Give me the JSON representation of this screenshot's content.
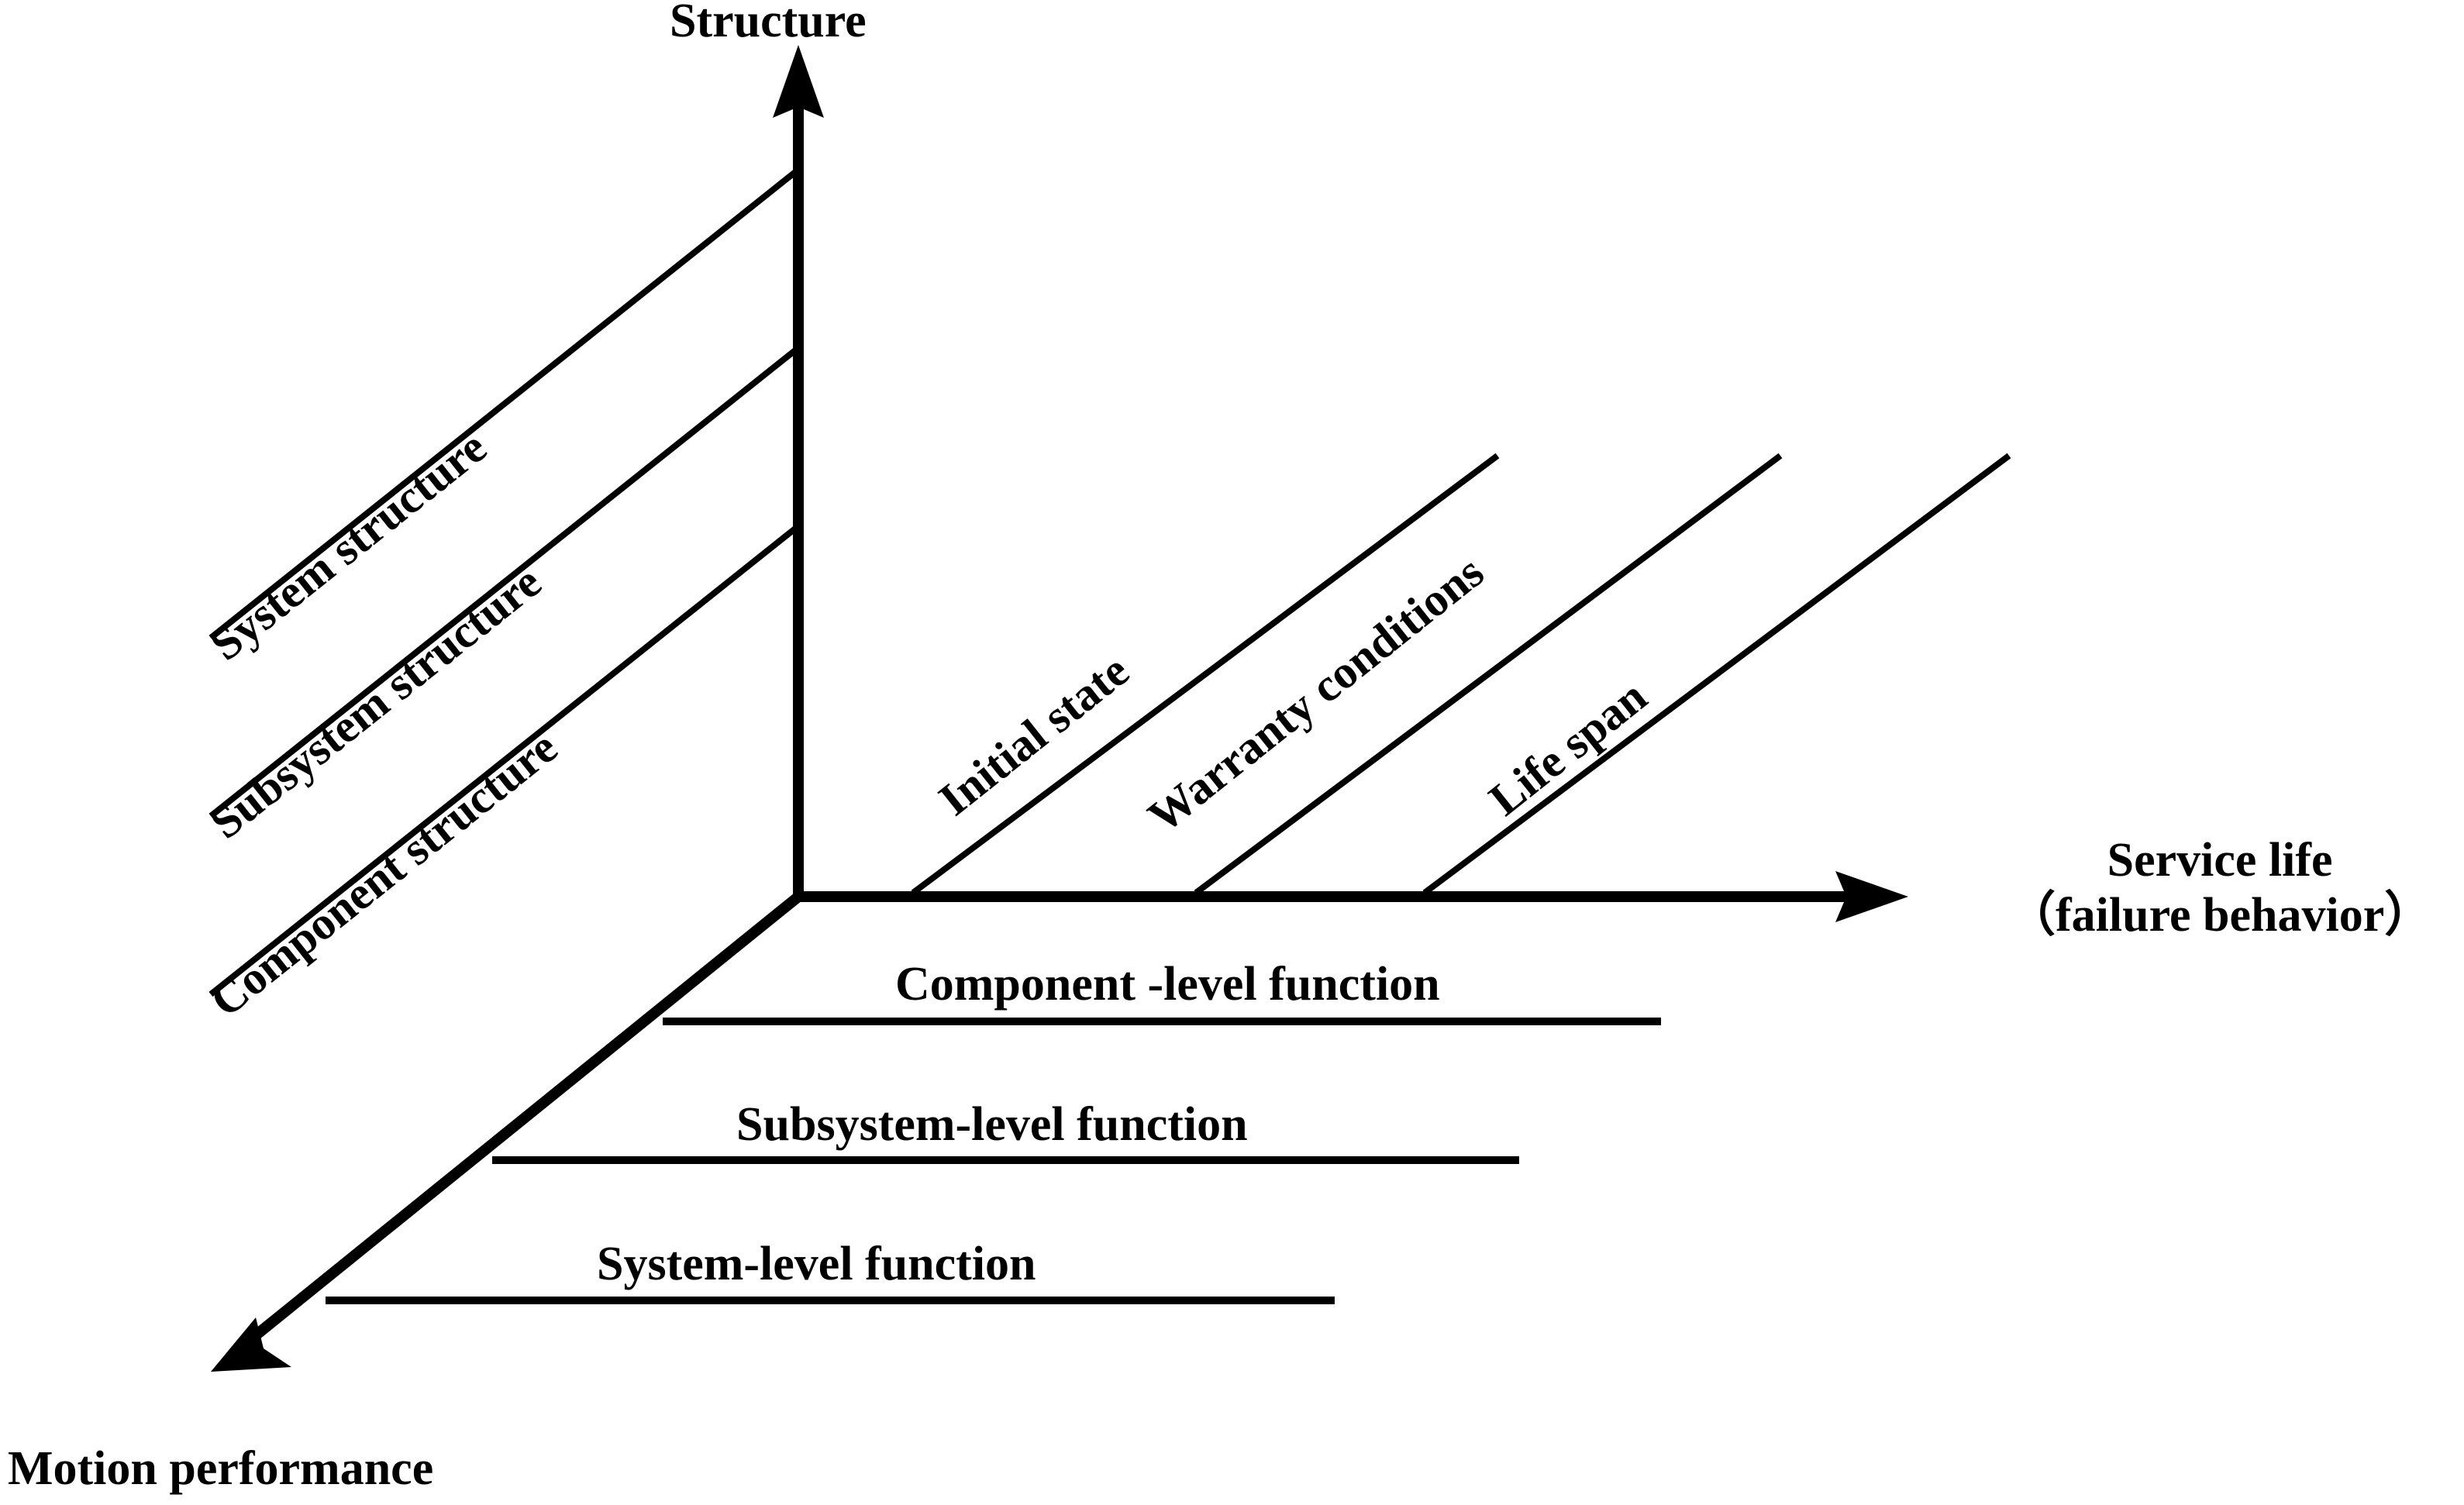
{
  "diagram": {
    "title_vertical_axis": "Structure",
    "title_horizontal_axis_line1": "Service life",
    "title_horizontal_axis_line2": "（failure behavior）",
    "title_depth_axis": "Motion performance",
    "line_color": "#000000",
    "background_color": "#ffffff",
    "structure_levels": [
      {
        "label": "System structure"
      },
      {
        "label": "Subsystem structure"
      },
      {
        "label": "Component structure"
      }
    ],
    "service_life_stages": [
      {
        "label": "Initial state"
      },
      {
        "label": "Warranty conditions"
      },
      {
        "label": "Life span"
      }
    ],
    "function_levels": [
      {
        "label": "Component -level function"
      },
      {
        "label": "Subsystem-level function"
      },
      {
        "label": "System-level function"
      }
    ],
    "axes": [
      {
        "name": "vertical",
        "label": "Structure",
        "arrow": "up"
      },
      {
        "name": "horizontal",
        "label": "Service life （failure behavior）",
        "arrow": "right"
      },
      {
        "name": "depth",
        "label": "Motion performance",
        "arrow": "down-left"
      }
    ]
  }
}
